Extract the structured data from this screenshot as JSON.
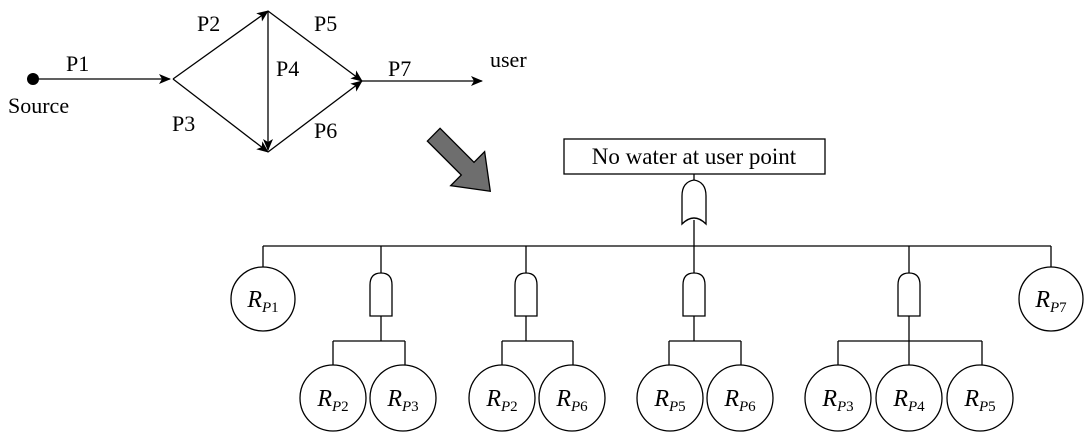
{
  "network": {
    "source_label": "Source",
    "user_label": "user",
    "pipes": [
      "P1",
      "P2",
      "P3",
      "P4",
      "P5",
      "P6",
      "P7"
    ]
  },
  "fault_tree": {
    "top_event": "No water at user point",
    "top_gate": "or-gate",
    "branches": [
      {
        "type": "basic",
        "events": [
          {
            "main": "R",
            "sub_letter": "P",
            "sub_num": "1"
          }
        ]
      },
      {
        "type": "and-gate",
        "events": [
          {
            "main": "R",
            "sub_letter": "P",
            "sub_num": "2"
          },
          {
            "main": "R",
            "sub_letter": "P",
            "sub_num": "3"
          }
        ]
      },
      {
        "type": "and-gate",
        "events": [
          {
            "main": "R",
            "sub_letter": "P",
            "sub_num": "2"
          },
          {
            "main": "R",
            "sub_letter": "P",
            "sub_num": "6"
          }
        ]
      },
      {
        "type": "and-gate",
        "events": [
          {
            "main": "R",
            "sub_letter": "P",
            "sub_num": "5"
          },
          {
            "main": "R",
            "sub_letter": "P",
            "sub_num": "6"
          }
        ]
      },
      {
        "type": "and-gate",
        "events": [
          {
            "main": "R",
            "sub_letter": "P",
            "sub_num": "3"
          },
          {
            "main": "R",
            "sub_letter": "P",
            "sub_num": "4"
          },
          {
            "main": "R",
            "sub_letter": "P",
            "sub_num": "5"
          }
        ]
      },
      {
        "type": "basic",
        "events": [
          {
            "main": "R",
            "sub_letter": "P",
            "sub_num": "7"
          }
        ]
      }
    ]
  },
  "colors": {
    "arrow_fill": "#6e6e6e",
    "stroke": "#000000"
  }
}
